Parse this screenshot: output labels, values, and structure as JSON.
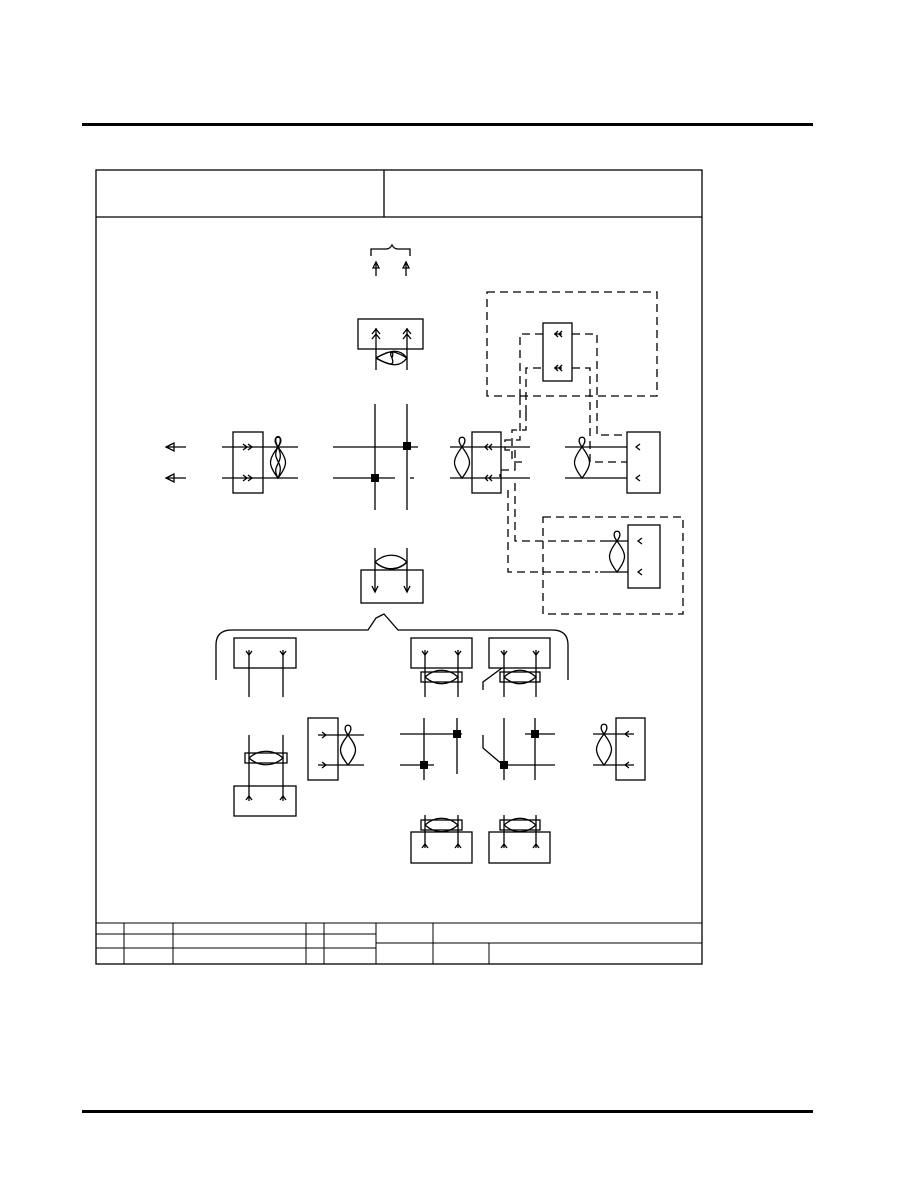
{
  "colors": {
    "ink": "#000000",
    "paper": "#ffffff"
  },
  "sheet": {
    "header": {
      "left_title": "",
      "right_title": ""
    },
    "title_block": {
      "rows": [
        [
          "",
          "",
          "",
          "",
          ""
        ],
        [
          "",
          "",
          "",
          "",
          ""
        ]
      ]
    }
  },
  "diagram": {
    "symbols": [
      "distribution-box",
      "wire-break",
      "wire-junction-dot",
      "plug-connector",
      "receptacle-connector",
      "dashed-assembly-outline"
    ]
  }
}
